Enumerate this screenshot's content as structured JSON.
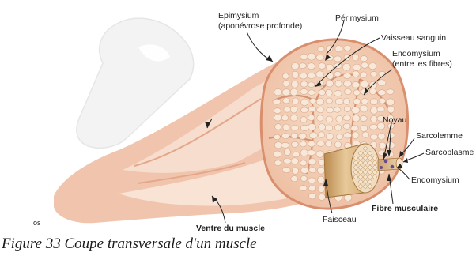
{
  "labels": {
    "epimysium": "Epimysium",
    "epimysium_sub": "(aponévrose profonde)",
    "perimysium": "Périmysium",
    "vaisseau": "Vaisseau sanguin",
    "endomysium": "Endomysium",
    "endomysium_sub": "(entre les fibres)",
    "noyau": "Noyau",
    "sarcolemme": "Sarcolemme",
    "sarcoplasme": "Sarcoplasme",
    "endomysium2": "Endomysium",
    "fibre": "Fibre musculaire",
    "faisceau": "Faisceau",
    "ventre": "Ventre du muscle",
    "os": "os"
  },
  "caption": "Figure 33 Coupe transversale d'un muscle",
  "colors": {
    "muscle": "#f3cdb7",
    "muscle_dark": "#e9a98c",
    "fascicle": "#ecc8ad",
    "fiber": "#f7e6d6",
    "bone": "#f2f2f2",
    "nucleus": "#6b4a8a"
  }
}
